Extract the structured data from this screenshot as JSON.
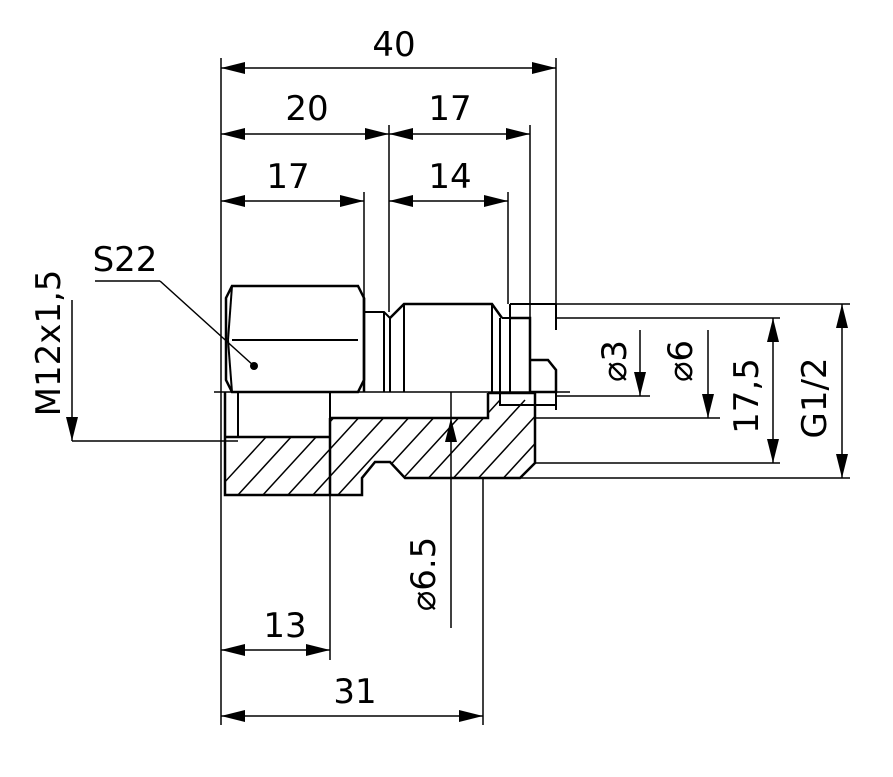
{
  "drawing": {
    "dimensions": {
      "overall_length": "40",
      "left_section": "20",
      "right_section": "17",
      "nut_length": "17",
      "thread_length": "14",
      "bore_depth": "13",
      "body_length": "31"
    },
    "labels": {
      "wrench_size": "S22",
      "thread_left": "M12x1,5",
      "thread_right": "G1/2",
      "diameter_3": "⌀3",
      "diameter_6": "⌀6",
      "diameter_6_5": "⌀6.5",
      "height_17_5": "17,5"
    }
  }
}
